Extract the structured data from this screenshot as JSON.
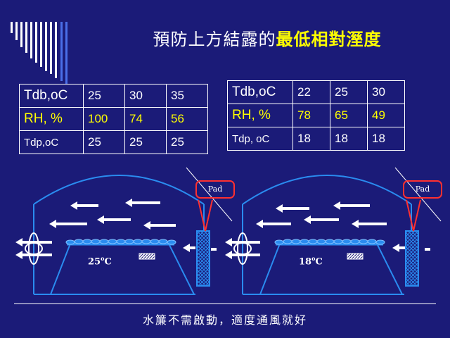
{
  "title": {
    "main": "預防上方結露的",
    "highlight": "最低相對溼度"
  },
  "table_left": {
    "rows": [
      {
        "label": "Tdb,oC",
        "values": [
          "25",
          "30",
          "35"
        ]
      },
      {
        "label": "RH, %",
        "values": [
          "100",
          "74",
          "56"
        ]
      },
      {
        "label": "Tdp,oC",
        "values": [
          "25",
          "25",
          "25"
        ]
      }
    ]
  },
  "table_right": {
    "rows": [
      {
        "label": "Tdb,oC",
        "values": [
          "22",
          "25",
          "30"
        ]
      },
      {
        "label": "RH, %",
        "values": [
          "78",
          "65",
          "49"
        ]
      },
      {
        "label": "Tdp, oC",
        "values": [
          "18",
          "18",
          "18"
        ]
      }
    ]
  },
  "diagram": {
    "left": {
      "temp_value": "25",
      "temp_unit": "C",
      "pad_label": "Pad"
    },
    "right": {
      "temp_value": "18",
      "temp_unit": "C",
      "pad_label": "Pad"
    }
  },
  "caption": "水簾不需啟動，適度通風就好",
  "colors": {
    "background": "#1b1b78",
    "structure": "#2a8cf0",
    "highlight": "#ffff00",
    "pad": "#ff3030"
  }
}
